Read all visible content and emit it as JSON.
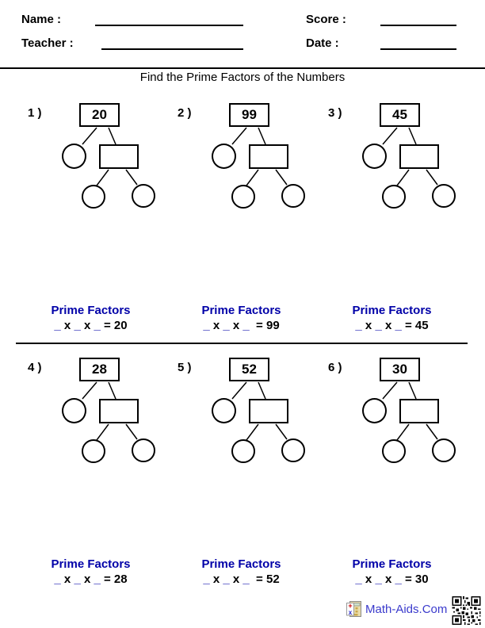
{
  "title": "Find the Prime Factors of the Numbers",
  "header": {
    "name_label": "Name :",
    "teacher_label": "Teacher :",
    "score_label": "Score :",
    "date_label": "Date :",
    "name_value": "",
    "teacher_value": "",
    "score_value": "",
    "date_value": ""
  },
  "colors": {
    "worksheet_blue": "#0000A8",
    "brand_blue": "#3A3ACC",
    "ink": "#000000"
  },
  "problems": [
    {
      "label": "1 )",
      "number": "20",
      "prime_factors_label": "Prime Factors",
      "equation": [
        "_",
        " x ",
        "_",
        " x ",
        "_",
        " = 20"
      ]
    },
    {
      "label": "2 )",
      "number": "99",
      "prime_factors_label": "Prime Factors",
      "equation": [
        "_",
        " x ",
        "_",
        " x ",
        "_",
        "  = 99"
      ]
    },
    {
      "label": "3 )",
      "number": "45",
      "prime_factors_label": "Prime Factors",
      "equation": [
        "_",
        " x ",
        "_",
        " x ",
        "_",
        " = 45"
      ]
    },
    {
      "label": "4 )",
      "number": "28",
      "prime_factors_label": "Prime Factors",
      "equation": [
        "_",
        " x ",
        "_",
        " x ",
        "_",
        " = 28"
      ]
    },
    {
      "label": "5 )",
      "number": "52",
      "prime_factors_label": "Prime Factors",
      "equation": [
        "_",
        " x ",
        "_",
        " x ",
        "_",
        "  = 52"
      ]
    },
    {
      "label": "6 )",
      "number": "30",
      "prime_factors_label": "Prime Factors",
      "equation": [
        "_",
        " x ",
        "_",
        " x ",
        "_",
        " = 30"
      ]
    }
  ],
  "footer": {
    "brand_text": "Math-Aids.Com"
  }
}
